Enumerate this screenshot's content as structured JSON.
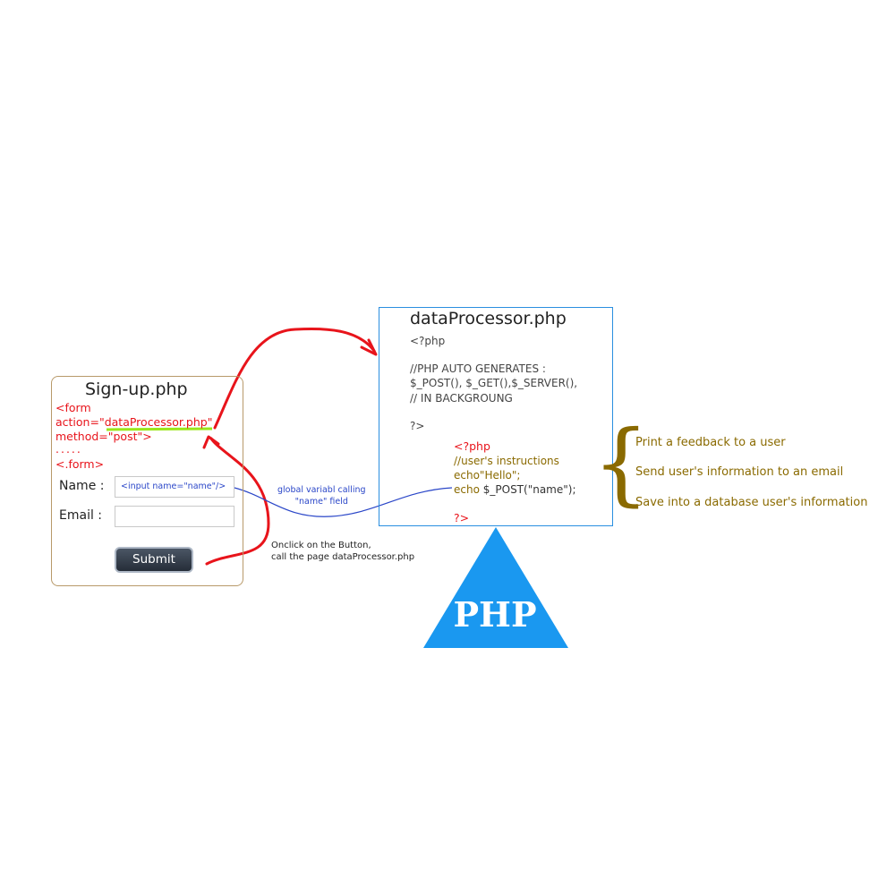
{
  "signup": {
    "title": "Sign-up.php",
    "form_open": "<form",
    "action_prefix": "action=\"",
    "action_value": "dataProcessor.php",
    "action_suffix": "\"",
    "method": "method=\"post\">",
    "dots": ".....",
    "form_close": "<.form>",
    "name_label": "Name :",
    "name_field_value": "<input name=\"name\"/>",
    "email_label": "Email :",
    "submit_label": "Submit"
  },
  "processor": {
    "title": "dataProcessor.php",
    "open_tag": "<?php",
    "comment1": "//PHP AUTO GENERATES :",
    "vars": "$_POST(), $_GET(),$_SERVER(),",
    "comment2": "// IN BACKGROUNG",
    "close_tag": "?>",
    "inner_open": "<?php",
    "inner_comment": "//user's instructions",
    "inner_echo1": "echo\"Hello\";",
    "inner_echo2_kw": "echo ",
    "inner_echo2_rest": "$_POST(\"name\");",
    "inner_close": "?>"
  },
  "notes": {
    "global_line1": "global variabl calling",
    "global_line2": "\"name\" field",
    "onclick_line1": "Onclick on the Button,",
    "onclick_line2": "call the page dataProcessor.php"
  },
  "uses": [
    "Print a feedback to a user",
    "Send user's information to an email",
    "Save into a database user's information"
  ],
  "php_logo": "PHP",
  "colors": {
    "arrow": "#e8141b",
    "link_line": "#2a46c8",
    "processor_border": "#2a8fe0",
    "triangle": "#1a98f0",
    "signup_border": "#b89a6a",
    "underline": "#9be61a",
    "brace": "#8a6a00"
  }
}
